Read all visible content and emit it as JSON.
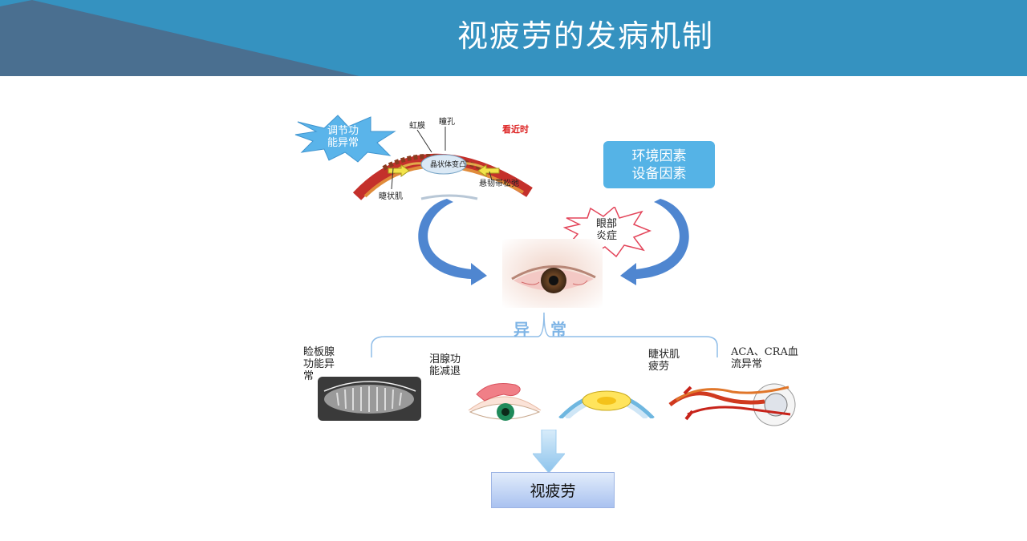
{
  "title": "视疲劳的发病机制",
  "colors": {
    "header": "#3592c0",
    "wedge": "#4a6f90",
    "accent": "#55b3e6",
    "arrow": "#4f86d0"
  },
  "top_diagram": {
    "burst_label": "调节功能异常",
    "labels": {
      "iris": "虹膜",
      "pupil": "瞳孔",
      "near": "看近时",
      "lens": "晶状体变凸",
      "ciliary": "睫状肌",
      "zonule": "悬韧带松弛"
    }
  },
  "env_box": {
    "line1": "环境因素",
    "line2": "设备因素"
  },
  "inflammation": {
    "line1": "眼部",
    "line2": "炎症"
  },
  "abnormal": {
    "left": "异",
    "right": "常"
  },
  "causes": {
    "meibomian": "睑板腺功能异常",
    "lacrimal": "泪腺功能减退",
    "ciliary_fatigue": "睫状肌疲劳",
    "blood_flow": "ACA、CRA血流异常"
  },
  "result": "视疲劳"
}
